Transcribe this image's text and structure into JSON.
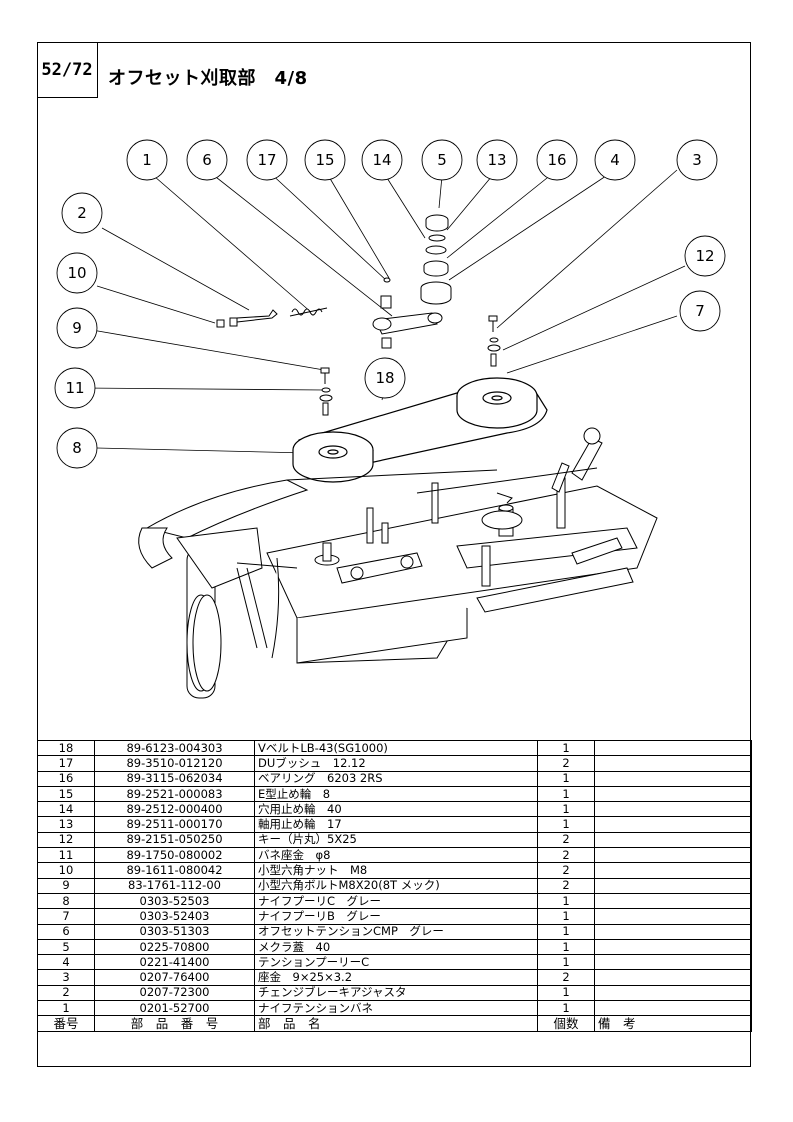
{
  "page_number": "52/72",
  "title": "オフセット刈取部　4/8",
  "callouts": [
    "1",
    "6",
    "17",
    "15",
    "14",
    "5",
    "13",
    "16",
    "4",
    "3",
    "2",
    "10",
    "9",
    "11",
    "8",
    "18",
    "12",
    "7"
  ],
  "table_header": {
    "no": "番号",
    "part_no": "部　品　番　号",
    "name": "部　品　名",
    "qty": "個数",
    "remarks": "備　考"
  },
  "parts": [
    {
      "no": "18",
      "part_no": "89-6123-004303",
      "name": "VベルトLB-43(SG1000)",
      "qty": "1",
      "remarks": ""
    },
    {
      "no": "17",
      "part_no": "89-3510-012120",
      "name": "DUブッシュ　12.12",
      "qty": "2",
      "remarks": ""
    },
    {
      "no": "16",
      "part_no": "89-3115-062034",
      "name": "ベアリング　6203 2RS",
      "qty": "1",
      "remarks": ""
    },
    {
      "no": "15",
      "part_no": "89-2521-000083",
      "name": "E型止め輪　8",
      "qty": "1",
      "remarks": ""
    },
    {
      "no": "14",
      "part_no": "89-2512-000400",
      "name": "穴用止め輪　40",
      "qty": "1",
      "remarks": ""
    },
    {
      "no": "13",
      "part_no": "89-2511-000170",
      "name": "軸用止め輪　17",
      "qty": "1",
      "remarks": ""
    },
    {
      "no": "12",
      "part_no": "89-2151-050250",
      "name": "キー（片丸）5X25",
      "qty": "2",
      "remarks": ""
    },
    {
      "no": "11",
      "part_no": "89-1750-080002",
      "name": "バネ座金　φ8",
      "qty": "2",
      "remarks": ""
    },
    {
      "no": "10",
      "part_no": "89-1611-080042",
      "name": "小型六角ナット　M8",
      "qty": "2",
      "remarks": ""
    },
    {
      "no": "9",
      "part_no": "83-1761-112-00",
      "name": "小型六角ボルトM8X20(8T メック)",
      "qty": "2",
      "remarks": ""
    },
    {
      "no": "8",
      "part_no": "0303-52503",
      "name": "ナイフプーリC　グレー",
      "qty": "1",
      "remarks": ""
    },
    {
      "no": "7",
      "part_no": "0303-52403",
      "name": "ナイフプーリB　グレー",
      "qty": "1",
      "remarks": ""
    },
    {
      "no": "6",
      "part_no": "0303-51303",
      "name": "オフセットテンションCMP　グレー",
      "qty": "1",
      "remarks": ""
    },
    {
      "no": "5",
      "part_no": "0225-70800",
      "name": "メクラ蓋　40",
      "qty": "1",
      "remarks": ""
    },
    {
      "no": "4",
      "part_no": "0221-41400",
      "name": "テンションプーリーC",
      "qty": "1",
      "remarks": ""
    },
    {
      "no": "3",
      "part_no": "0207-76400",
      "name": "座金　9×25×3.2",
      "qty": "2",
      "remarks": ""
    },
    {
      "no": "2",
      "part_no": "0207-72300",
      "name": "チェンジブレーキアジャスタ",
      "qty": "1",
      "remarks": ""
    },
    {
      "no": "1",
      "part_no": "0201-52700",
      "name": "ナイフテンションバネ",
      "qty": "1",
      "remarks": ""
    }
  ]
}
